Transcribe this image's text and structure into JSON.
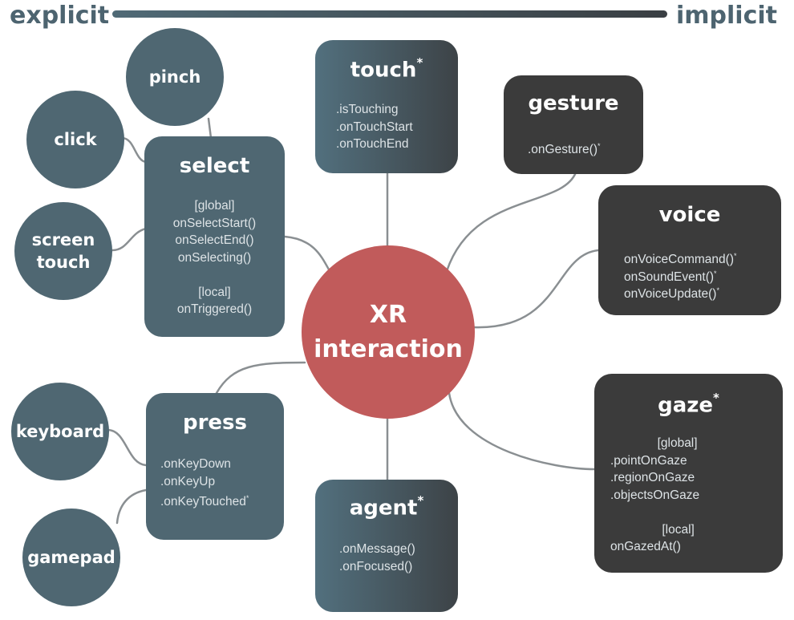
{
  "axis": {
    "left_label": "explicit",
    "right_label": "implicit"
  },
  "hub": {
    "line1": "XR",
    "line2": "interaction"
  },
  "inputs": {
    "pinch": "pinch",
    "click": "click",
    "screen_touch_1": "screen",
    "screen_touch_2": "touch",
    "keyboard": "keyboard",
    "gamepad": "gamepad"
  },
  "modes": {
    "select": {
      "title": "select",
      "lines": [
        "[global]",
        "onSelectStart()",
        "onSelectEnd()",
        "onSelecting()",
        "",
        "[local]",
        "onTriggered()"
      ]
    },
    "touch": {
      "title": "touch",
      "asterisk": "*",
      "lines": [
        ".isTouching",
        ".onTouchStart",
        ".onTouchEnd"
      ]
    },
    "gesture": {
      "title": "gesture",
      "lines": [
        ".onGesture()"
      ],
      "line_asterisks": [
        "*"
      ]
    },
    "voice": {
      "title": "voice",
      "lines": [
        "onVoiceCommand()",
        "onSoundEvent()",
        "onVoiceUpdate()"
      ],
      "line_asterisks": [
        "*",
        "*",
        "*"
      ]
    },
    "press": {
      "title": "press",
      "lines": [
        ".onKeyDown",
        ".onKeyUp",
        ".onKeyTouched"
      ],
      "line_asterisks": [
        "",
        "",
        "*"
      ]
    },
    "agent": {
      "title": "agent",
      "asterisk": "*",
      "lines": [
        ".onMessage()",
        ".onFocused()"
      ]
    },
    "gaze": {
      "title": "gaze",
      "asterisk": "*",
      "lines": [
        "[global]",
        ".pointOnGaze",
        ".regionOnGaze",
        ".objectsOnGaze",
        "",
        "[local]",
        "onGazedAt()"
      ]
    }
  },
  "colors": {
    "input": "#4f6772",
    "explicit_box": "#4f6772",
    "implicit_box": "#3b3b3b",
    "hub": "#c15b5b",
    "line": "#8a8f92"
  }
}
